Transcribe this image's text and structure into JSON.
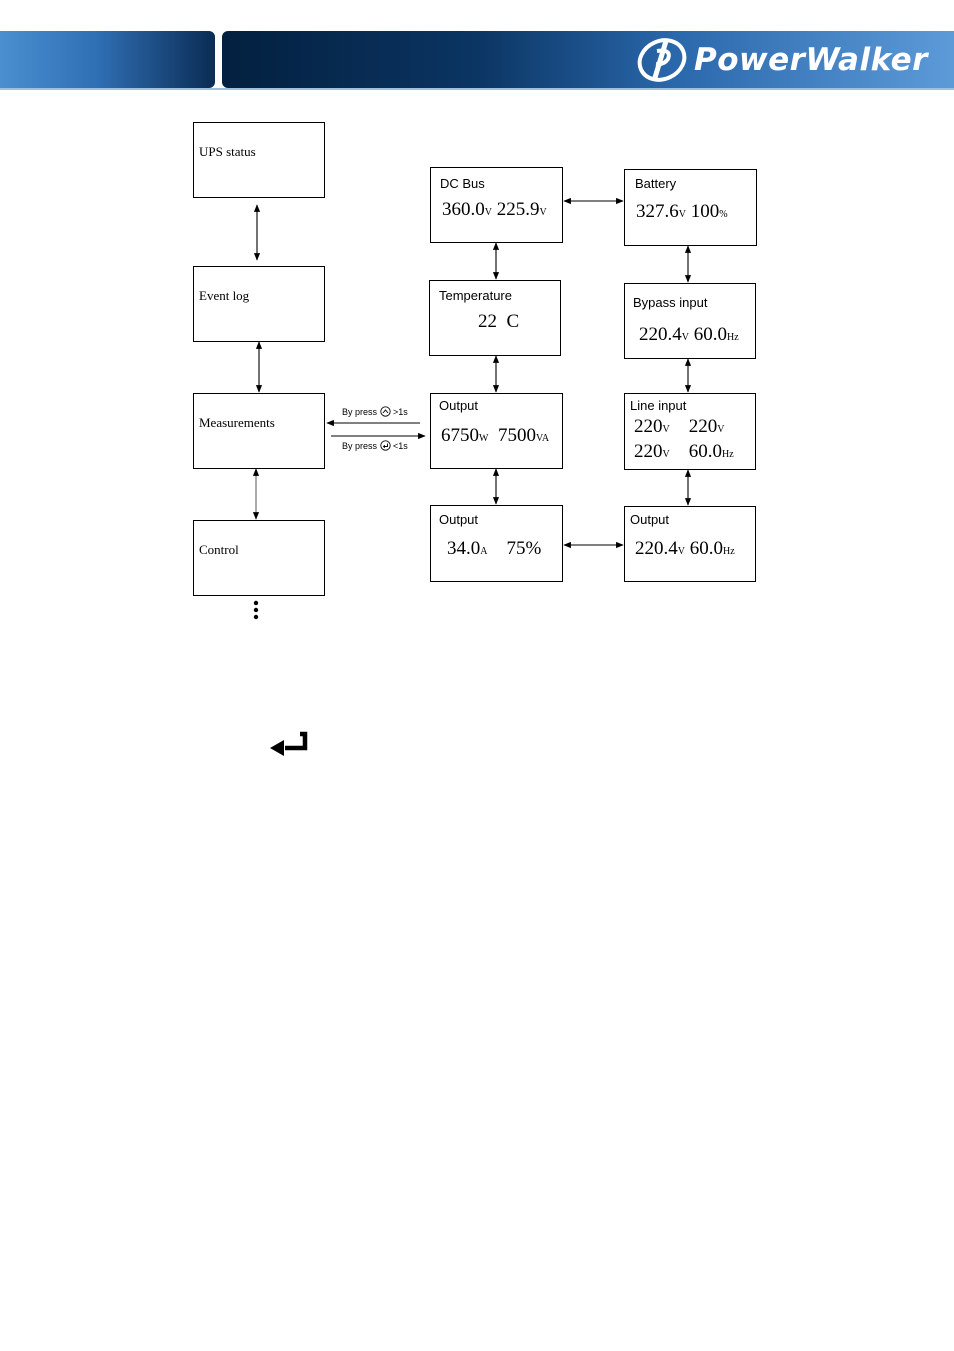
{
  "header": {
    "brand": "PowerWalker"
  },
  "menu": {
    "ups_status": "UPS status",
    "event_log": "Event log",
    "measurements": "Measurements",
    "control": "Control"
  },
  "press": {
    "up": "By press",
    "up_cond": ">1s",
    "down": "By press",
    "down_cond": "<1s"
  },
  "screens": {
    "dc_bus": {
      "title": "DC Bus",
      "v1": "360.0",
      "u1": "V",
      "v2": "225.9",
      "u2": "V"
    },
    "battery": {
      "title": "Battery",
      "v1": "327.6",
      "u1": "V",
      "v2": "100",
      "u2": "%"
    },
    "temperature": {
      "title": "Temperature",
      "v1": "22",
      "u1": "C"
    },
    "bypass": {
      "title": "Bypass input",
      "v1": "220.4",
      "u1": "V",
      "v2": "60.0",
      "u2": "Hz"
    },
    "output_power": {
      "title": "Output",
      "v1": "6750",
      "u1": "W",
      "v2": "7500",
      "u2": "VA"
    },
    "line": {
      "title": "Line input",
      "v1": "220",
      "u1": "V",
      "v2": "220",
      "u2": "V",
      "v3": "220",
      "u3": "V",
      "v4": "60.0",
      "u4": "Hz"
    },
    "output_current": {
      "title": "Output",
      "v1": "34.0",
      "u1": "A",
      "v2": "75%"
    },
    "output_voltage": {
      "title": "Output",
      "v1": "220.4",
      "u1": "V",
      "v2": "60.0",
      "u2": "Hz"
    }
  },
  "colors": {
    "header_dark": "#03203f",
    "header_light": "#5d9ad8"
  },
  "icons": [
    "brand-logo-icon",
    "up-button-icon",
    "enter-button-icon",
    "more-dots-icon",
    "enter-return-icon"
  ]
}
